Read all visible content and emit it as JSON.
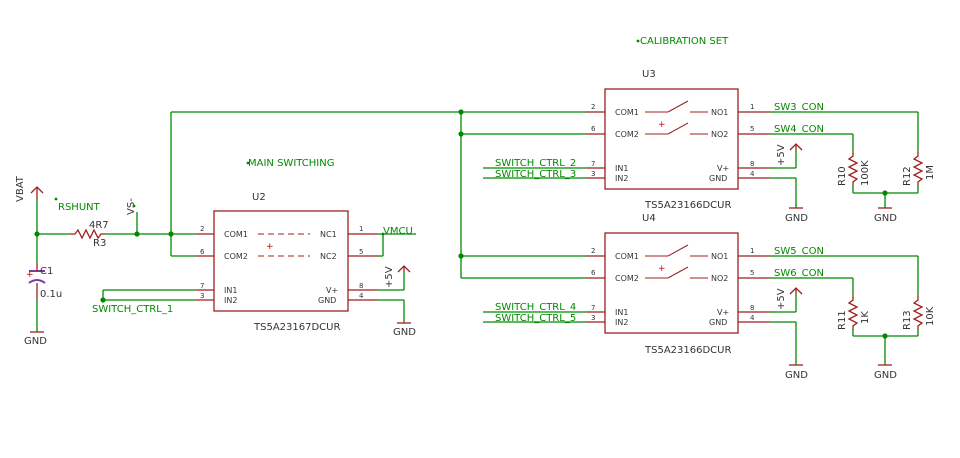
{
  "labels": {
    "main_switching": "MAIN SWITCHING",
    "calibration_set": "CALIBRATION SET",
    "rshunt": "RSHUNT",
    "vbat": "VBAT",
    "vs_minus": "VS-",
    "vmcu": "VMCU",
    "plus5v": "+5V",
    "gnd": "GND"
  },
  "parts": {
    "u2": {
      "ref": "U2",
      "value": "TS5A23167DCUR",
      "com1": "COM1",
      "com2": "COM2",
      "nc1": "NC1",
      "nc2": "NC2",
      "in1": "IN1",
      "in2": "IN2",
      "vplus": "V+",
      "gnd": "GND",
      "plus": "+"
    },
    "u3": {
      "ref": "U3",
      "value": "TS5A23166DCUR",
      "com1": "COM1",
      "com2": "COM2",
      "no1": "NO1",
      "no2": "NO2",
      "in1": "IN1",
      "in2": "IN2",
      "vplus": "V+",
      "gnd": "GND",
      "plus": "+"
    },
    "u4": {
      "ref": "U4",
      "value": "TS5A23166DCUR",
      "com1": "COM1",
      "com2": "COM2",
      "no1": "NO1",
      "no2": "NO2",
      "in1": "IN1",
      "in2": "IN2",
      "vplus": "V+",
      "gnd": "GND",
      "plus": "+"
    },
    "r3": {
      "ref": "R3",
      "value": "4R7"
    },
    "c1": {
      "ref": "C1",
      "value": "0.1u"
    },
    "r10": {
      "ref": "R10",
      "value": "100K"
    },
    "r12": {
      "ref": "R12",
      "value": "1M"
    },
    "r11": {
      "ref": "R11",
      "value": "1K"
    },
    "r13": {
      "ref": "R13",
      "value": "10K"
    }
  },
  "nets": {
    "switch_ctrl_1": "SWITCH_CTRL_1",
    "switch_ctrl_2": "SWITCH_CTRL_2",
    "switch_ctrl_3": "SWITCH_CTRL_3",
    "switch_ctrl_4": "SWITCH_CTRL_4",
    "switch_ctrl_5": "SWITCH_CTRL_5",
    "sw3_con": "SW3_CON",
    "sw4_con": "SW4_CON",
    "sw5_con": "SW5_CON",
    "sw6_con": "SW6_CON"
  },
  "pins": {
    "p1": "1",
    "p2": "2",
    "p3": "3",
    "p4": "4",
    "p5": "5",
    "p6": "6",
    "p7": "7",
    "p8": "8"
  },
  "colors": {
    "wire": "#008a00",
    "symbol": "#9e1f1f",
    "text": "#333333",
    "capacitor": "#7a3aa0"
  }
}
